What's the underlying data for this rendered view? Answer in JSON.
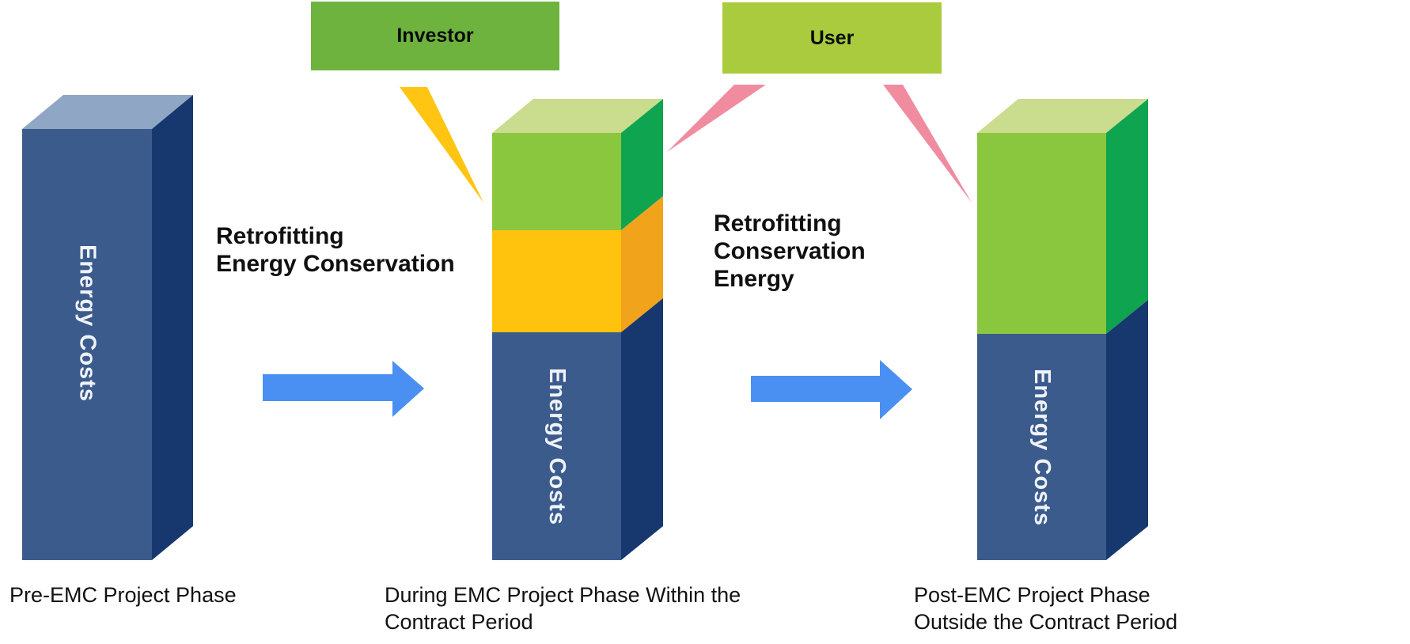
{
  "colors": {
    "bar_front_blue": "#3C5B8D",
    "bar_side_navy": "#17386E",
    "bar_top_blue": "#90A6C5",
    "seg_front_green": "#8BC63F",
    "seg_side_green": "#0FA450",
    "seg_top_green": "#CADC8E",
    "seg_front_yellow": "#FFC20D",
    "seg_side_orange": "#F1A31B",
    "investor_box_green": "#6DB33E",
    "user_box_green": "#A9CB3D",
    "pointer_yellow": "#FFC512",
    "pointer_pink": "#F18CA0",
    "arrow_blue": "#4A90F3",
    "bar_label_text": "#EFF3F9"
  },
  "boxes": {
    "investor": {
      "label": "Investor"
    },
    "user": {
      "label": "User"
    }
  },
  "arrows": [
    {
      "label_lines": [
        "Retrofitting",
        "Energy Conservation"
      ]
    },
    {
      "label_lines": [
        "Retrofitting",
        "Conservation",
        "Energy"
      ]
    }
  ],
  "columns": [
    {
      "id": "pre-emc",
      "bar_label": "Energy Costs",
      "caption_lines": [
        "Pre-EMC Project Phase"
      ],
      "segments": [
        {
          "role": "energy-costs",
          "color": "bar_front_blue"
        }
      ]
    },
    {
      "id": "during-emc",
      "bar_label": "Energy Costs",
      "caption_lines": [
        "During EMC Project Phase Within the",
        "Contract Period"
      ],
      "segments": [
        {
          "role": "user-share",
          "color": "seg_front_green"
        },
        {
          "role": "investor-share",
          "color": "seg_front_yellow"
        },
        {
          "role": "energy-costs",
          "color": "bar_front_blue"
        }
      ]
    },
    {
      "id": "post-emc",
      "bar_label": "Energy Costs",
      "caption_lines": [
        "Post-EMC Project Phase",
        "Outside the Contract Period"
      ],
      "segments": [
        {
          "role": "user-share",
          "color": "seg_front_green"
        },
        {
          "role": "energy-costs",
          "color": "bar_front_blue"
        }
      ]
    }
  ]
}
